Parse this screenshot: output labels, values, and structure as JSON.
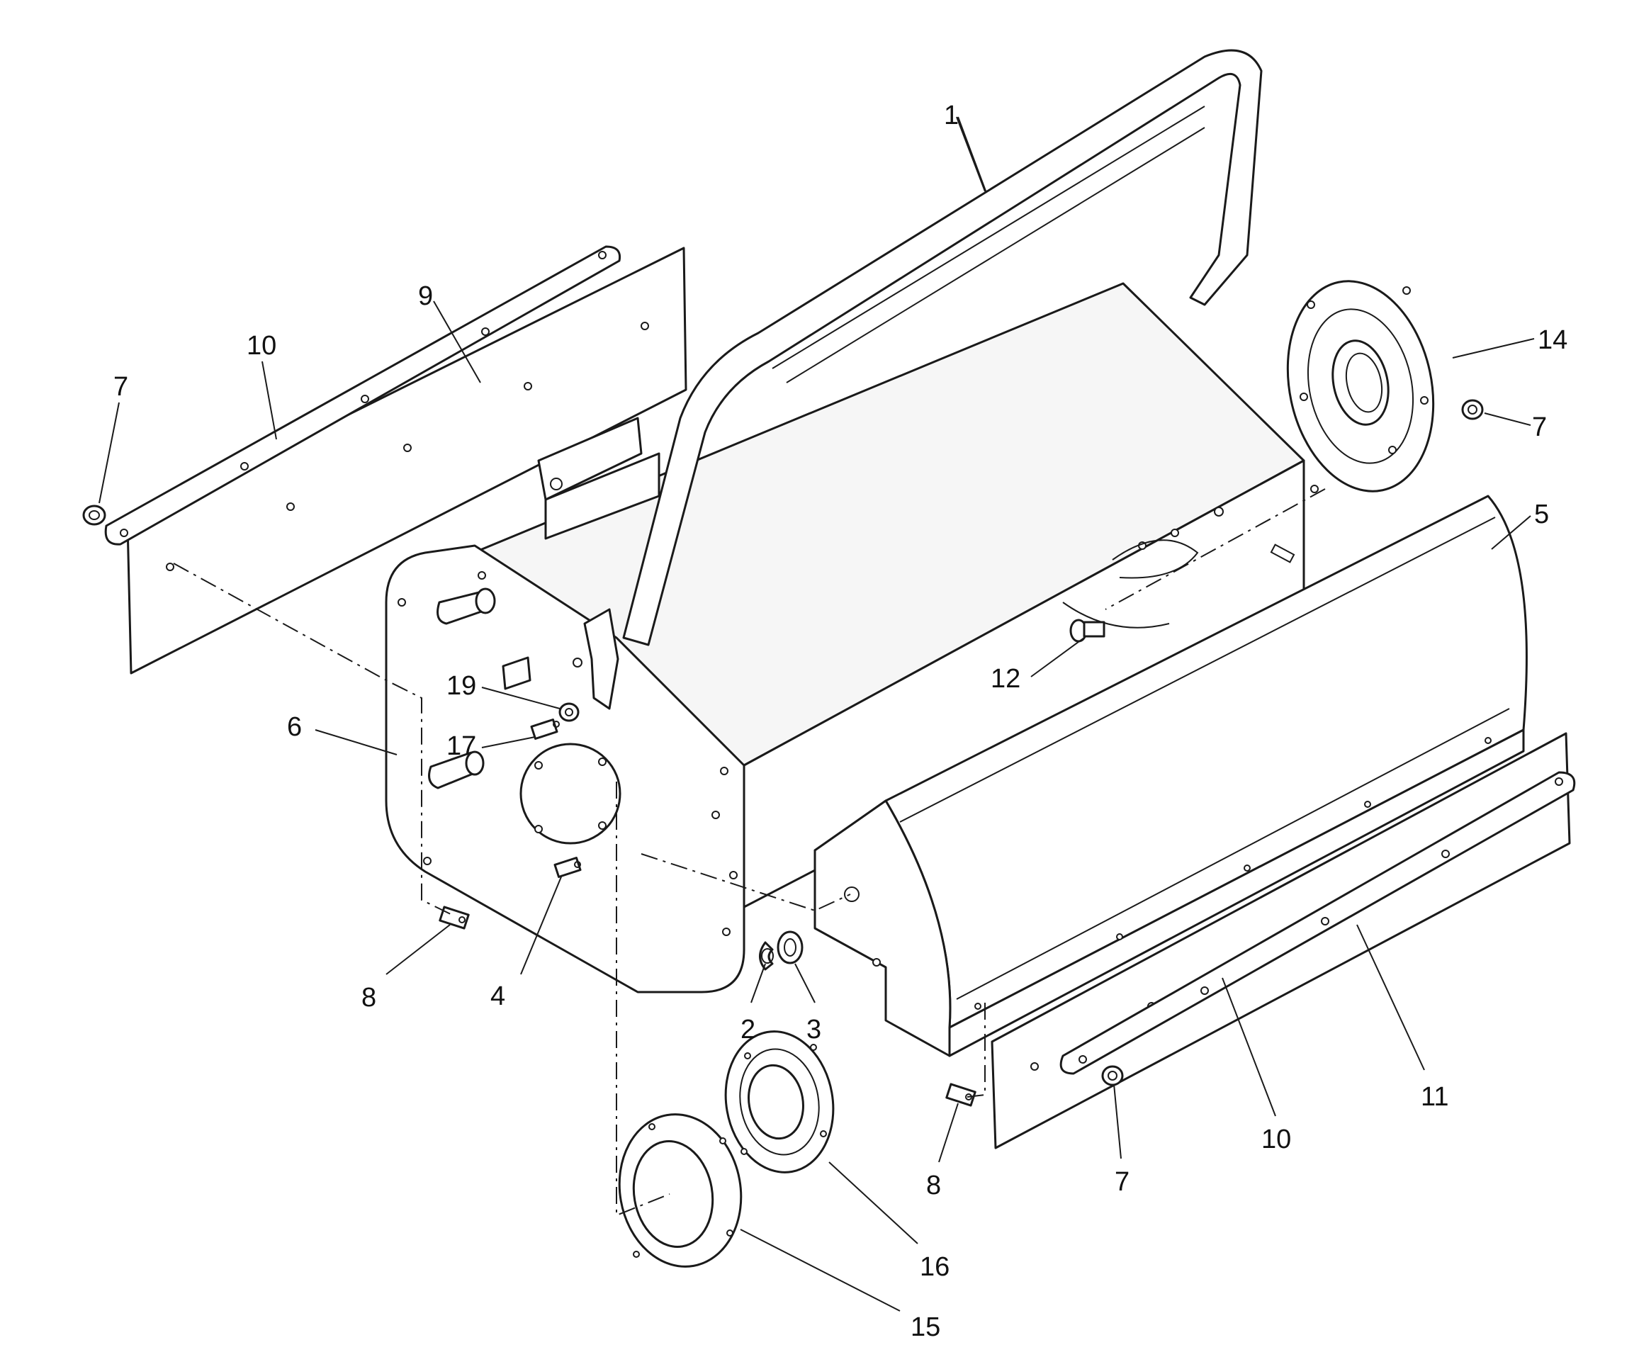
{
  "diagram": {
    "callouts": [
      {
        "id": "c1",
        "text": "1"
      },
      {
        "id": "c2",
        "text": "2"
      },
      {
        "id": "c3",
        "text": "3"
      },
      {
        "id": "c4",
        "text": "4"
      },
      {
        "id": "c5",
        "text": "5"
      },
      {
        "id": "c6",
        "text": "6"
      },
      {
        "id": "c7a",
        "text": "7"
      },
      {
        "id": "c7b",
        "text": "7"
      },
      {
        "id": "c7c",
        "text": "7"
      },
      {
        "id": "c8a",
        "text": "8"
      },
      {
        "id": "c8b",
        "text": "8"
      },
      {
        "id": "c9",
        "text": "9"
      },
      {
        "id": "c10a",
        "text": "10"
      },
      {
        "id": "c10b",
        "text": "10"
      },
      {
        "id": "c11",
        "text": "11"
      },
      {
        "id": "c12",
        "text": "12"
      },
      {
        "id": "c14",
        "text": "14"
      },
      {
        "id": "c15",
        "text": "15"
      },
      {
        "id": "c16",
        "text": "16"
      },
      {
        "id": "c17",
        "text": "17"
      },
      {
        "id": "c19",
        "text": "19"
      }
    ]
  }
}
